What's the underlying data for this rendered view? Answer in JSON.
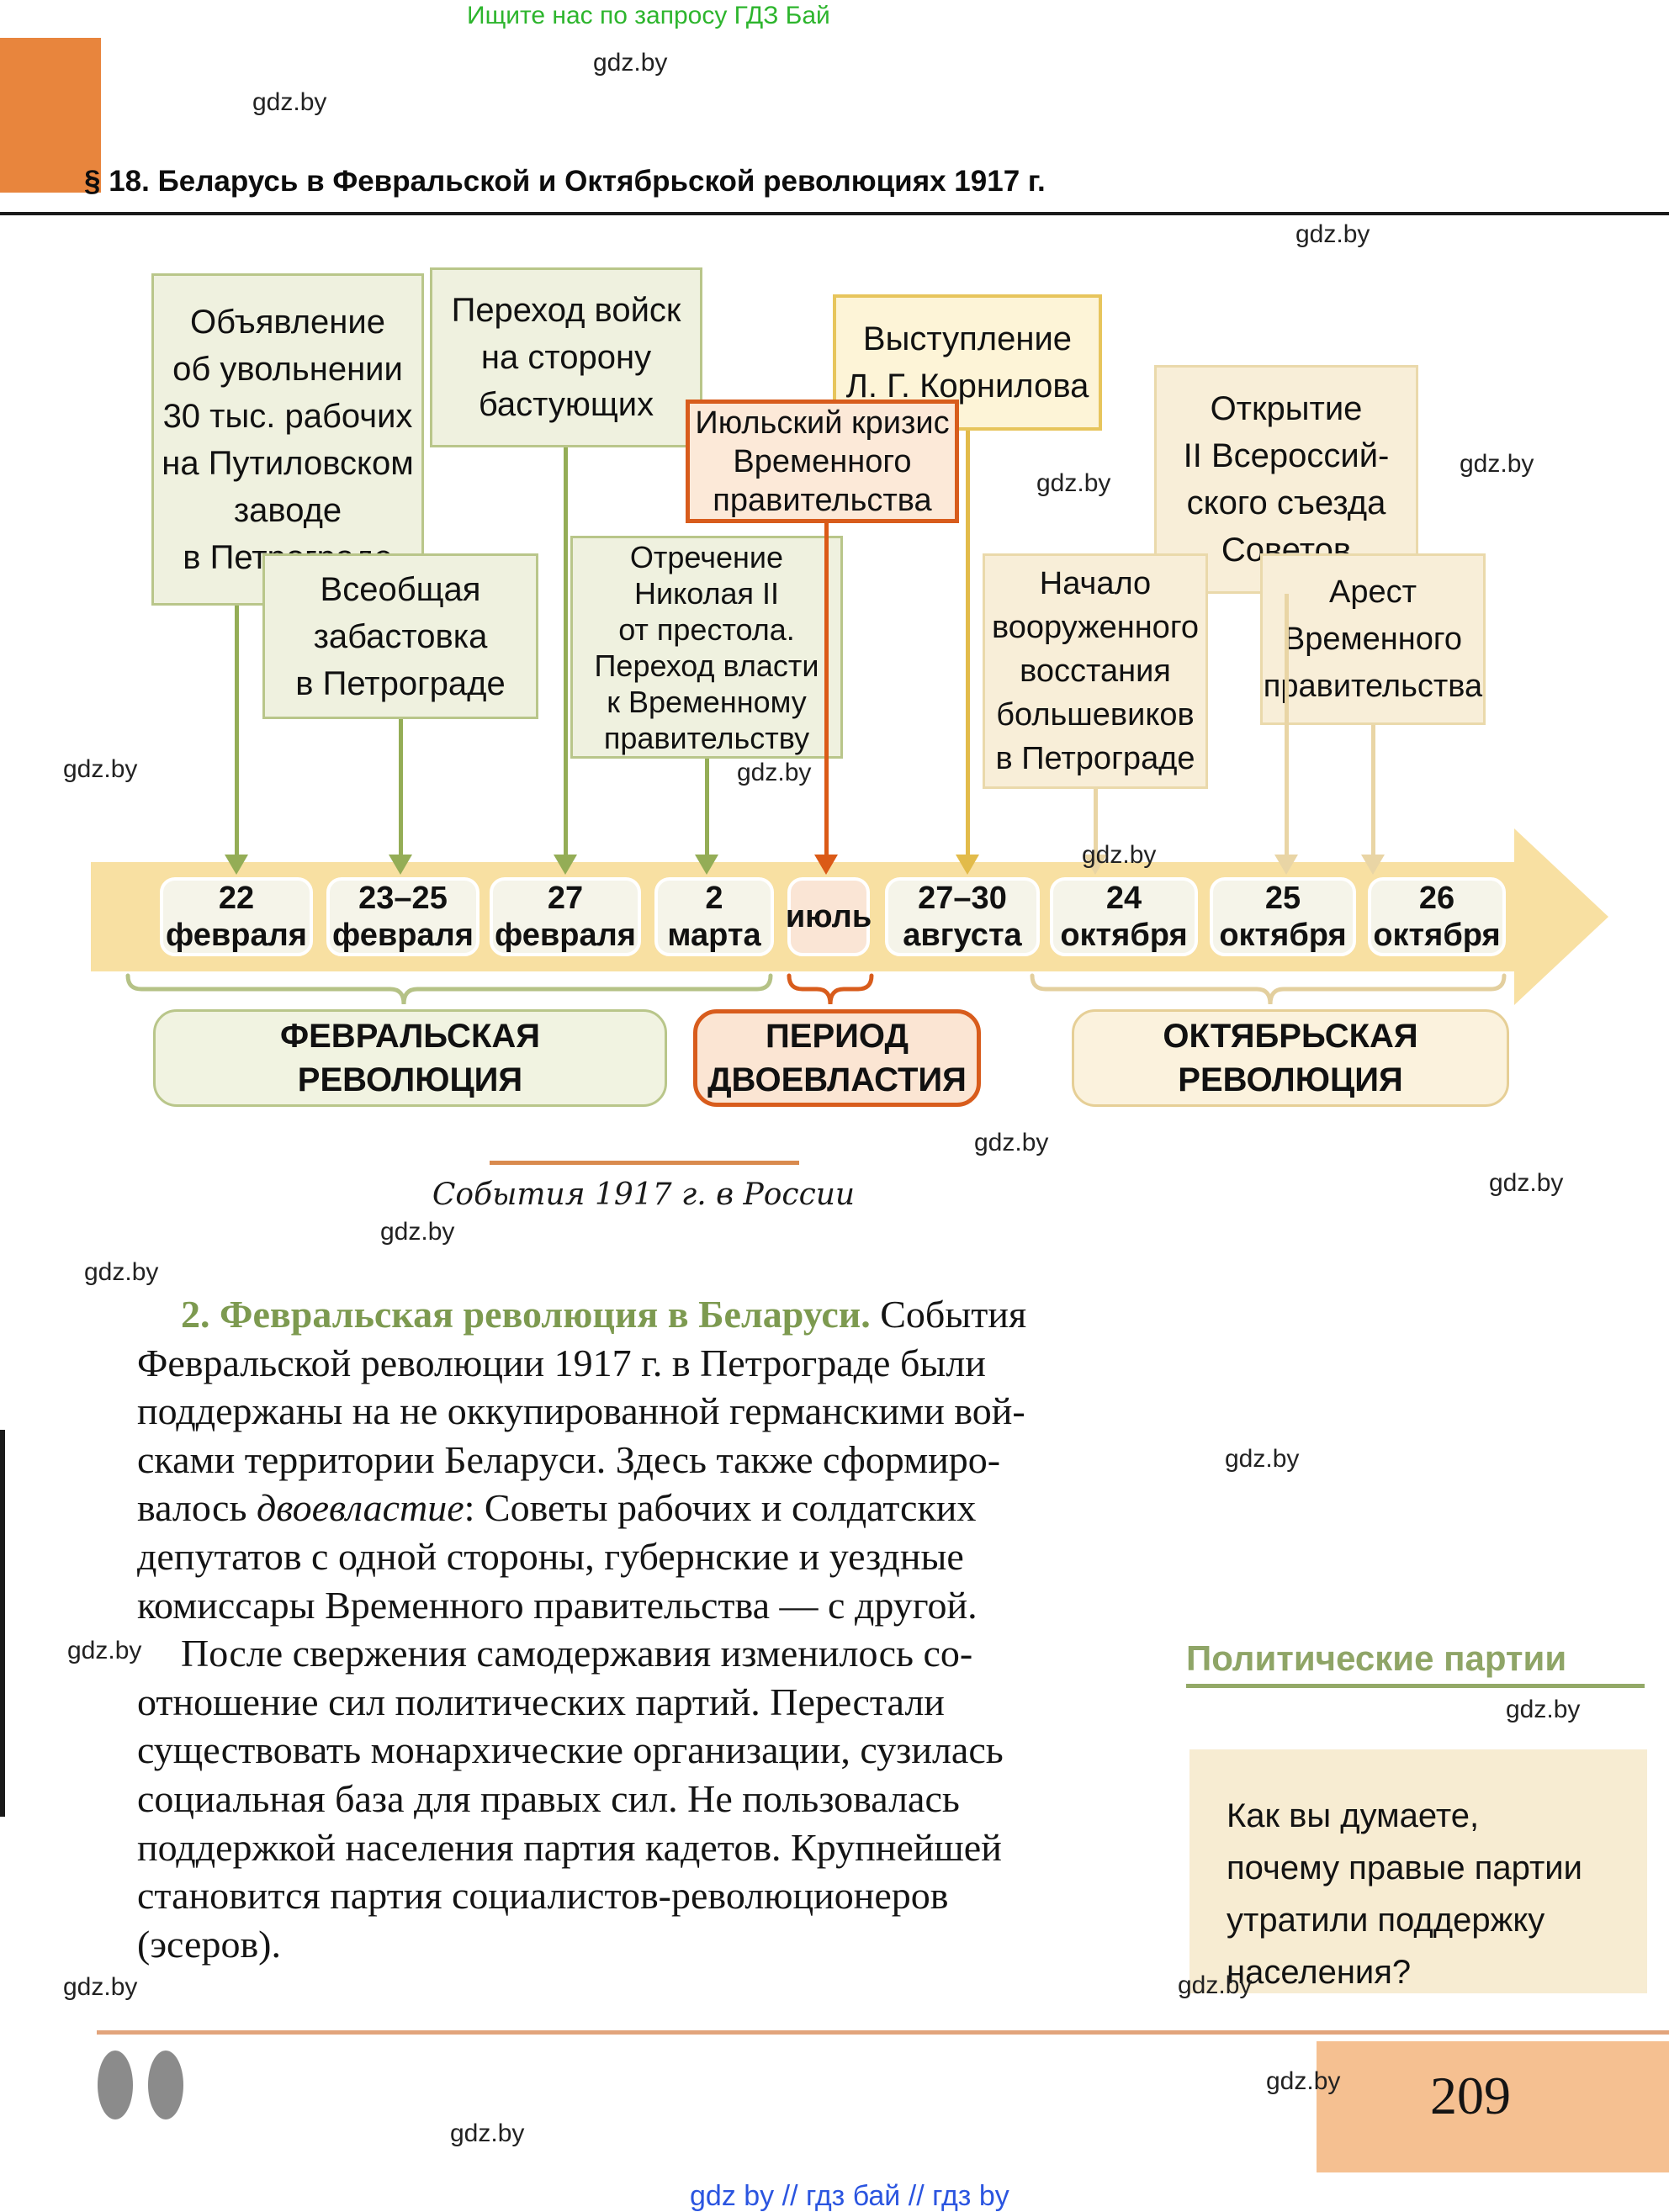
{
  "page": {
    "top_banner": "Ищите нас по запросу ГДЗ Бай",
    "title": "§ 18. Беларусь в Февральской и Октябрьской революциях 1917 г.",
    "watermark": "gdz.by",
    "page_number": "209",
    "footer_links": "gdz by  //  гдз бай  //  гдз by"
  },
  "diagram": {
    "boxes": [
      {
        "id": "putilov-announcement",
        "style": "green",
        "text": "Объявление\nоб увольнении\n30 тыс. рабочих\nна Путиловском\nзаводе\nв Петрограде"
      },
      {
        "id": "troops-to-strikers",
        "style": "green",
        "text": "Переход войск\nна сторону\nбастующих"
      },
      {
        "id": "kornilov-revolt",
        "style": "yellow",
        "text": "Выступление\nЛ. Г. Корнилова"
      },
      {
        "id": "congress-opening",
        "style": "beige",
        "text": "Открытие\nII Всероссий-\nского съезда\nСоветов"
      },
      {
        "id": "july-crisis",
        "style": "orange",
        "text": "Июльский кризис\nВременного\nправительства"
      },
      {
        "id": "general-strike",
        "style": "green",
        "text": "Всеобщая\nзабастовка\nв Петрограде"
      },
      {
        "id": "abdication",
        "style": "green",
        "text": "Отречение\nНиколая II\nот престола.\nПереход власти\nк Временному\nправительству"
      },
      {
        "id": "bolshevik-uprising",
        "style": "beige",
        "text": "Начало\nвооруженного\nвосстания\nбольшевиков\nв Петрограде"
      },
      {
        "id": "government-arrest",
        "style": "beige",
        "text": "Арест\nВременного\nправительства"
      }
    ],
    "timeline": {
      "dates": [
        {
          "text": "22\nфевраля",
          "highlight": false
        },
        {
          "text": "23–25\nфевраля",
          "highlight": false
        },
        {
          "text": "27\nфевраля",
          "highlight": false
        },
        {
          "text": "2\nмарта",
          "highlight": false
        },
        {
          "text": "июль",
          "highlight": true
        },
        {
          "text": "27–30\nавгуста",
          "highlight": false
        },
        {
          "text": "24\nоктября",
          "highlight": false
        },
        {
          "text": "25\nоктября",
          "highlight": false
        },
        {
          "text": "26\nоктября",
          "highlight": false
        }
      ]
    },
    "periods": [
      {
        "id": "february-revolution",
        "style": "green",
        "text": "ФЕВРАЛЬСКАЯ\nРЕВОЛЮЦИЯ"
      },
      {
        "id": "dual-power-period",
        "style": "orange",
        "text": "ПЕРИОД\nДВОЕВЛАСТИЯ"
      },
      {
        "id": "october-revolution",
        "style": "tan",
        "text": "ОКТЯБРЬСКАЯ\nРЕВОЛЮЦИЯ"
      }
    ],
    "caption": "События 1917 г. в России"
  },
  "body": {
    "lines": [
      {
        "indent": true,
        "parts": [
          {
            "t": "2. Февральская революция в Беларуси.",
            "cls": "green"
          },
          {
            "t": " События",
            "cls": ""
          }
        ]
      },
      {
        "parts": [
          {
            "t": "Февральской революции 1917 г. в Петрограде были",
            "cls": ""
          }
        ]
      },
      {
        "parts": [
          {
            "t": "поддержаны на не оккупированной германскими вой-",
            "cls": ""
          }
        ]
      },
      {
        "parts": [
          {
            "t": "сками территории Беларуси. Здесь также сформиро-",
            "cls": ""
          }
        ]
      },
      {
        "parts": [
          {
            "t": "валось ",
            "cls": ""
          },
          {
            "t": "двоевластие",
            "cls": "italic"
          },
          {
            "t": ": Советы рабочих и солдатских",
            "cls": ""
          }
        ]
      },
      {
        "parts": [
          {
            "t": "депутатов с одной стороны, губернские и уездные",
            "cls": ""
          }
        ]
      },
      {
        "parts": [
          {
            "t": "комиссары Временного правительства — с другой.",
            "cls": ""
          }
        ]
      },
      {
        "indent": true,
        "parts": [
          {
            "t": "После свержения самодержавия изменилось со-",
            "cls": ""
          }
        ]
      },
      {
        "parts": [
          {
            "t": "отношение сил политических партий. Перестали",
            "cls": ""
          }
        ]
      },
      {
        "parts": [
          {
            "t": "существовать монархические организации, сузилась",
            "cls": ""
          }
        ]
      },
      {
        "parts": [
          {
            "t": "социальная база для правых сил. Не пользовалась",
            "cls": ""
          }
        ]
      },
      {
        "parts": [
          {
            "t": "поддержкой населения партия кадетов. Крупнейшей",
            "cls": ""
          }
        ]
      },
      {
        "parts": [
          {
            "t": "становится партия социалистов-революционеров",
            "cls": ""
          }
        ]
      },
      {
        "parts": [
          {
            "t": "(эсеров).",
            "cls": ""
          }
        ]
      }
    ]
  },
  "sidebar": {
    "heading": "Политические партии",
    "question": "Как вы думаете,\nпочему правые партии\nутратили поддержку\nнаселения?"
  }
}
